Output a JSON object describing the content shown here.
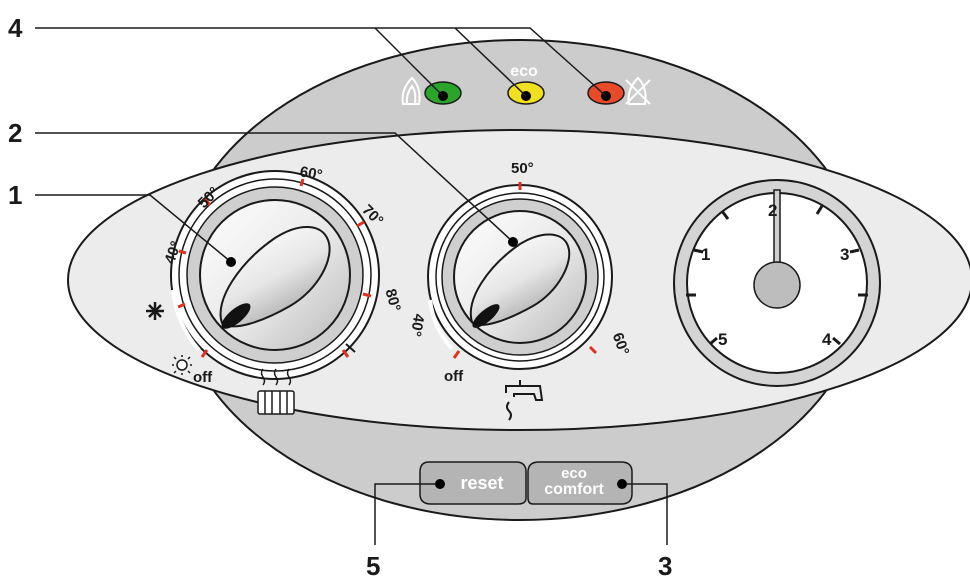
{
  "callouts": [
    "1",
    "2",
    "3",
    "4",
    "5"
  ],
  "indicators": {
    "eco_label": "eco",
    "lamps": [
      {
        "color": "#2aa52a",
        "icon": "flame-icon"
      },
      {
        "color": "#f0e020",
        "icon": "eco-icon"
      },
      {
        "color": "#e84a2a",
        "icon": "flame-crossed-icon"
      }
    ]
  },
  "heating_knob": {
    "labels": [
      "40°",
      "50°",
      "60°",
      "70°",
      "80°"
    ],
    "off_label": "off",
    "icons": [
      "snowflake-icon",
      "sun-icon",
      "radiator-icon"
    ]
  },
  "water_knob": {
    "labels": [
      "40°",
      "50°",
      "60°"
    ],
    "off_label": "off",
    "icons": [
      "faucet-icon"
    ]
  },
  "pressure_gauge": {
    "labels": [
      "1",
      "2",
      "3",
      "4",
      "5"
    ]
  },
  "buttons": {
    "reset_label": "reset",
    "eco_comfort_line1": "eco",
    "eco_comfort_line2": "comfort"
  },
  "colors": {
    "panel": "#c8c8c8",
    "face": "#ececec",
    "tick_red": "#e0301e",
    "lamp_green": "#2aa52a",
    "lamp_yellow": "#f0e020",
    "lamp_red": "#e84a2a"
  }
}
